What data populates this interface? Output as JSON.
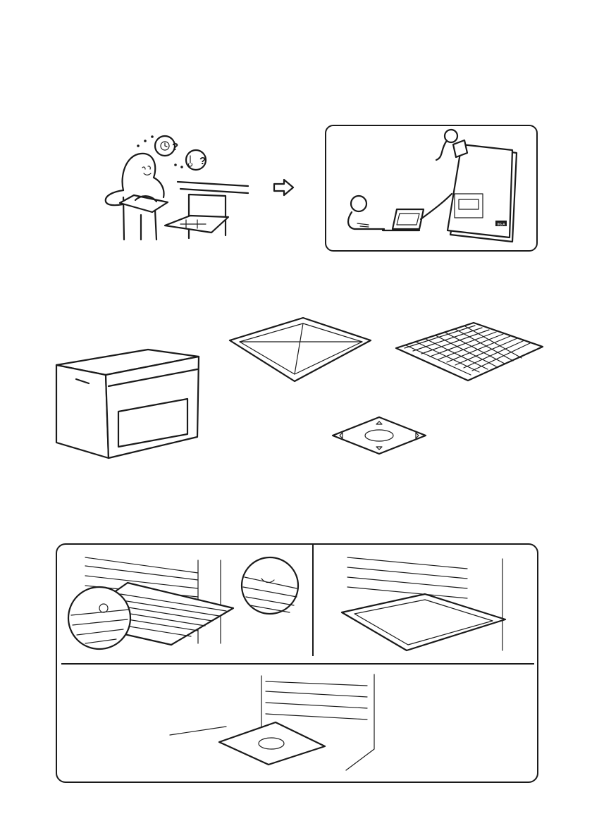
{
  "page": {
    "background": "#ffffff",
    "line_color": "#1a1a1a"
  },
  "help_scene": {
    "question_marks": [
      "?",
      "?"
    ],
    "icons": [
      "clock-icon",
      "thermometer-icon"
    ]
  },
  "arrow": {
    "icon": "outlined-right-arrow-icon"
  },
  "manual_box": {
    "manual_logo_text": "IKEA",
    "icons": [
      "laptop-icon",
      "manual-booklet-icon"
    ]
  },
  "accessories": [
    "oven",
    "baking-tray",
    "wire-shelf",
    "steam-mat"
  ],
  "install_panel": {
    "views": [
      "wire-shelf-insertion",
      "tray-insertion",
      "mat-placement"
    ]
  }
}
